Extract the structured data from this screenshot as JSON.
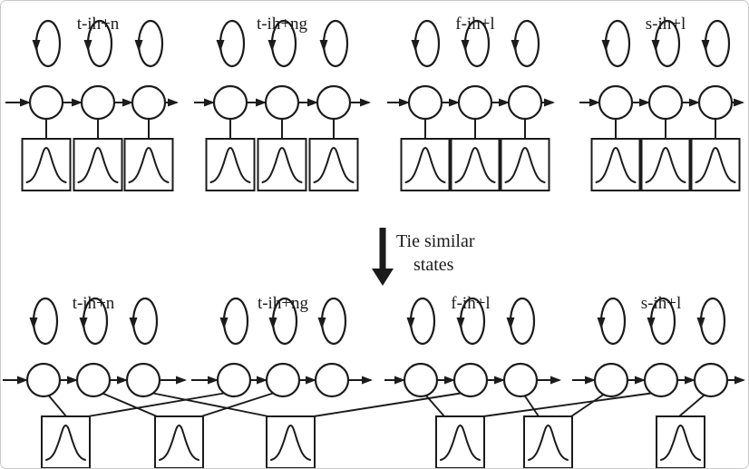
{
  "diagram": {
    "type": "hmm-state-tying",
    "description": "Four 3-state left-to-right HMM triphone models with Gaussian output distributions, before and after tying similar states",
    "colors": {
      "ink": "#1b1b1b",
      "background": "#ffffff",
      "frame_border": "#c9c9c9"
    },
    "caption": {
      "line1": "Tie similar",
      "line2": "states"
    },
    "top_row": {
      "models": [
        {
          "label": "t-ih+n"
        },
        {
          "label": "t-ih+ng"
        },
        {
          "label": "f-ih+l"
        },
        {
          "label": "s-ih+l"
        }
      ],
      "states_per_model": 3,
      "gaussians_per_model": 3
    },
    "bottom_row": {
      "models": [
        {
          "label": "t-ih+n"
        },
        {
          "label": "t-ih+ng"
        },
        {
          "label": "f-ih+l"
        },
        {
          "label": "s-ih+l"
        }
      ],
      "states_per_model": 3,
      "shared_gaussians": 6,
      "ties": [
        {
          "model": "t-ih+n",
          "state": 1,
          "gaussian": 1
        },
        {
          "model": "t-ih+n",
          "state": 2,
          "gaussian": 2
        },
        {
          "model": "t-ih+n",
          "state": 3,
          "gaussian": 3
        },
        {
          "model": "t-ih+ng",
          "state": 1,
          "gaussian": 1
        },
        {
          "model": "t-ih+ng",
          "state": 2,
          "gaussian": 2
        },
        {
          "model": "f-ih+l",
          "state": 1,
          "gaussian": 4
        },
        {
          "model": "f-ih+l",
          "state": 2,
          "gaussian": 3
        },
        {
          "model": "f-ih+l",
          "state": 3,
          "gaussian": 5
        },
        {
          "model": "s-ih+l",
          "state": 1,
          "gaussian": 5
        },
        {
          "model": "s-ih+l",
          "state": 2,
          "gaussian": 4
        },
        {
          "model": "s-ih+l",
          "state": 3,
          "gaussian": 6
        }
      ]
    }
  }
}
